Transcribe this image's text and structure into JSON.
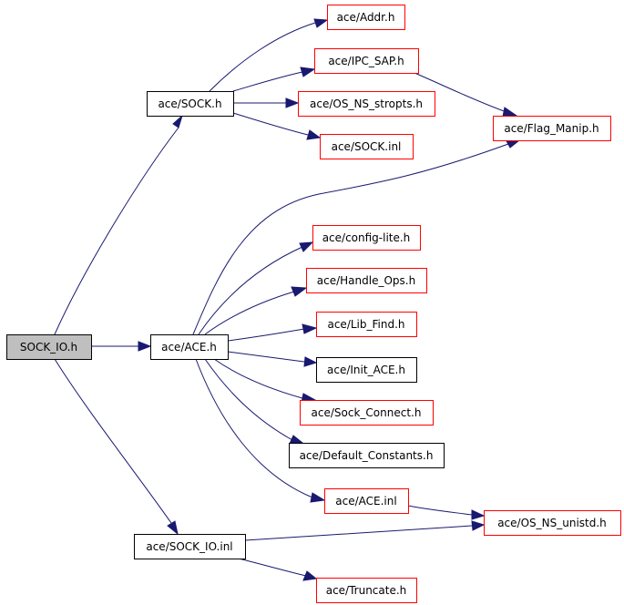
{
  "colors": {
    "edge": "#191970",
    "root_fill": "#bfbfbf",
    "normal_fill": "#ffffff",
    "node_border_default": "#000000",
    "node_border_external": "#ff0000"
  },
  "nodes": [
    {
      "id": "sock_io_h",
      "label": "SOCK_IO.h",
      "style": "root"
    },
    {
      "id": "sock_h",
      "label": "ace/SOCK.h",
      "style": "normal"
    },
    {
      "id": "ace_h",
      "label": "ace/ACE.h",
      "style": "normal"
    },
    {
      "id": "sock_io_inl",
      "label": "ace/SOCK_IO.inl",
      "style": "normal"
    },
    {
      "id": "addr_h",
      "label": "ace/Addr.h",
      "style": "external"
    },
    {
      "id": "ipc_sap_h",
      "label": "ace/IPC_SAP.h",
      "style": "external"
    },
    {
      "id": "os_ns_stropts_h",
      "label": "ace/OS_NS_stropts.h",
      "style": "external"
    },
    {
      "id": "sock_inl",
      "label": "ace/SOCK.inl",
      "style": "external"
    },
    {
      "id": "flag_manip_h",
      "label": "ace/Flag_Manip.h",
      "style": "external"
    },
    {
      "id": "config_lite_h",
      "label": "ace/config-lite.h",
      "style": "external"
    },
    {
      "id": "handle_ops_h",
      "label": "ace/Handle_Ops.h",
      "style": "external"
    },
    {
      "id": "lib_find_h",
      "label": "ace/Lib_Find.h",
      "style": "external"
    },
    {
      "id": "init_ace_h",
      "label": "ace/Init_ACE.h",
      "style": "normal"
    },
    {
      "id": "sock_connect_h",
      "label": "ace/Sock_Connect.h",
      "style": "external"
    },
    {
      "id": "default_constants_h",
      "label": "ace/Default_Constants.h",
      "style": "normal"
    },
    {
      "id": "ace_inl",
      "label": "ace/ACE.inl",
      "style": "external"
    },
    {
      "id": "os_ns_unistd_h",
      "label": "ace/OS_NS_unistd.h",
      "style": "external"
    },
    {
      "id": "truncate_h",
      "label": "ace/Truncate.h",
      "style": "external"
    }
  ],
  "edges": [
    {
      "from": "sock_io_h",
      "to": "sock_h"
    },
    {
      "from": "sock_io_h",
      "to": "ace_h"
    },
    {
      "from": "sock_io_h",
      "to": "sock_io_inl"
    },
    {
      "from": "sock_h",
      "to": "addr_h"
    },
    {
      "from": "sock_h",
      "to": "ipc_sap_h"
    },
    {
      "from": "sock_h",
      "to": "os_ns_stropts_h"
    },
    {
      "from": "sock_h",
      "to": "sock_inl"
    },
    {
      "from": "ipc_sap_h",
      "to": "flag_manip_h"
    },
    {
      "from": "ace_h",
      "to": "flag_manip_h"
    },
    {
      "from": "ace_h",
      "to": "config_lite_h"
    },
    {
      "from": "ace_h",
      "to": "handle_ops_h"
    },
    {
      "from": "ace_h",
      "to": "lib_find_h"
    },
    {
      "from": "ace_h",
      "to": "init_ace_h"
    },
    {
      "from": "ace_h",
      "to": "sock_connect_h"
    },
    {
      "from": "ace_h",
      "to": "default_constants_h"
    },
    {
      "from": "ace_h",
      "to": "ace_inl"
    },
    {
      "from": "ace_inl",
      "to": "os_ns_unistd_h"
    },
    {
      "from": "sock_io_inl",
      "to": "os_ns_unistd_h"
    },
    {
      "from": "sock_io_inl",
      "to": "truncate_h"
    }
  ]
}
